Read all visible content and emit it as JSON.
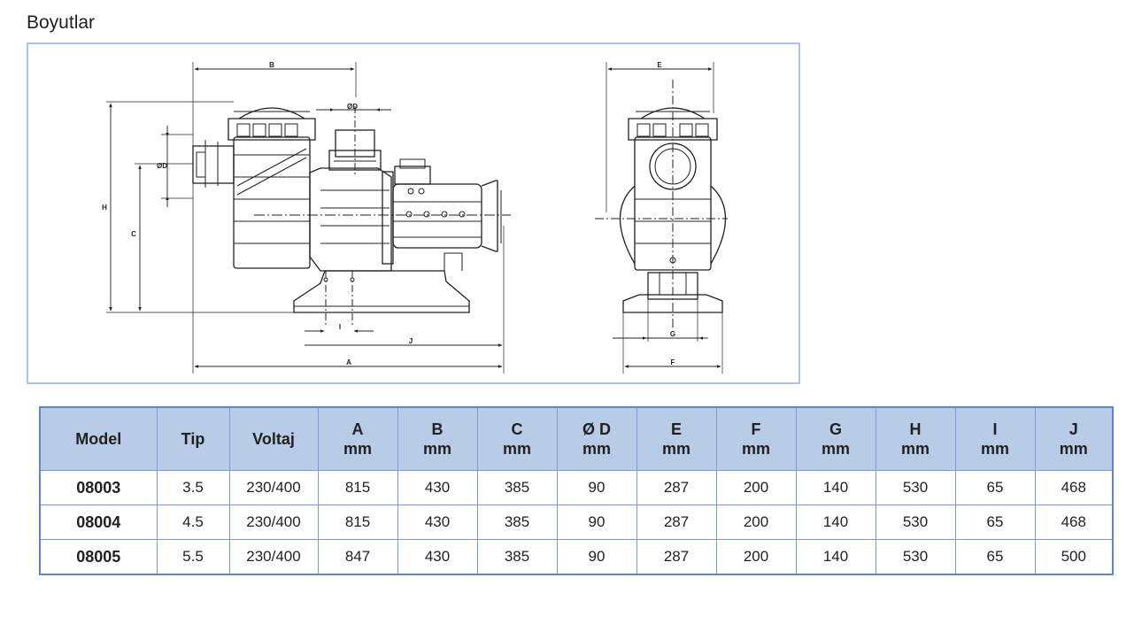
{
  "title": "Boyutlar",
  "dimension_labels": {
    "A": "A",
    "B": "B",
    "C": "C",
    "D1": "ØD",
    "D2": "ØD",
    "E": "E",
    "F": "F",
    "G": "G",
    "H": "H",
    "I": "I",
    "J": "J"
  },
  "table": {
    "headers": [
      {
        "name": "Model",
        "unit": ""
      },
      {
        "name": "Tip",
        "unit": ""
      },
      {
        "name": "Voltaj",
        "unit": ""
      },
      {
        "name": "A",
        "unit": "mm"
      },
      {
        "name": "B",
        "unit": "mm"
      },
      {
        "name": "C",
        "unit": "mm"
      },
      {
        "name": "Ø D",
        "unit": "mm"
      },
      {
        "name": "E",
        "unit": "mm"
      },
      {
        "name": "F",
        "unit": "mm"
      },
      {
        "name": "G",
        "unit": "mm"
      },
      {
        "name": "H",
        "unit": "mm"
      },
      {
        "name": "I",
        "unit": "mm"
      },
      {
        "name": "J",
        "unit": "mm"
      }
    ],
    "rows": [
      [
        "08003",
        "3.5",
        "230/400",
        "815",
        "430",
        "385",
        "90",
        "287",
        "200",
        "140",
        "530",
        "65",
        "468"
      ],
      [
        "08004",
        "4.5",
        "230/400",
        "815",
        "430",
        "385",
        "90",
        "287",
        "200",
        "140",
        "530",
        "65",
        "468"
      ],
      [
        "08005",
        "5.5",
        "230/400",
        "847",
        "430",
        "385",
        "90",
        "287",
        "200",
        "140",
        "530",
        "65",
        "500"
      ]
    ]
  },
  "colors": {
    "frame_border": "#a9c4e4",
    "table_header_bg": "#b8cce8",
    "table_border": "#5f86c0"
  }
}
